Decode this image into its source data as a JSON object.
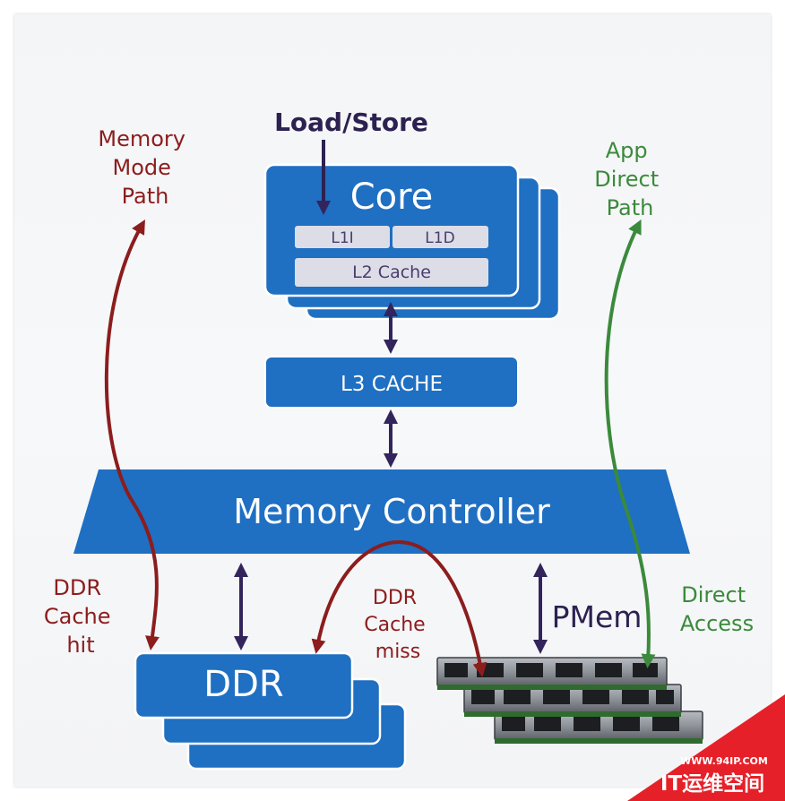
{
  "diagram": {
    "load_store": "Load/Store",
    "core": {
      "title": "Core",
      "l1i": "L1I",
      "l1d": "L1D",
      "l2": "L2 Cache"
    },
    "l3": "L3 CACHE",
    "memory_controller": "Memory Controller",
    "ddr": "DDR",
    "pmem": "PMem",
    "memory_mode_path": [
      "Memory",
      "Mode",
      "Path"
    ],
    "app_direct_path": [
      "App",
      "Direct",
      "Path"
    ],
    "ddr_cache_hit": [
      "DDR",
      "Cache",
      "hit"
    ],
    "ddr_cache_miss": [
      "DDR",
      "Cache",
      "miss"
    ],
    "direct_access": [
      "Direct",
      "Access"
    ]
  },
  "watermark": {
    "url": "WWW.94IP.COM",
    "title": "IT运维空间"
  },
  "colors": {
    "box_blue": "#1f6fc2",
    "box_border": "#ffffff",
    "cache_cell": "#dcdde6",
    "dark_arrow": "#33245c",
    "memory_mode_red": "#8c1d1d",
    "app_direct_green": "#3b8a3b",
    "watermark_red": "#e62029"
  }
}
